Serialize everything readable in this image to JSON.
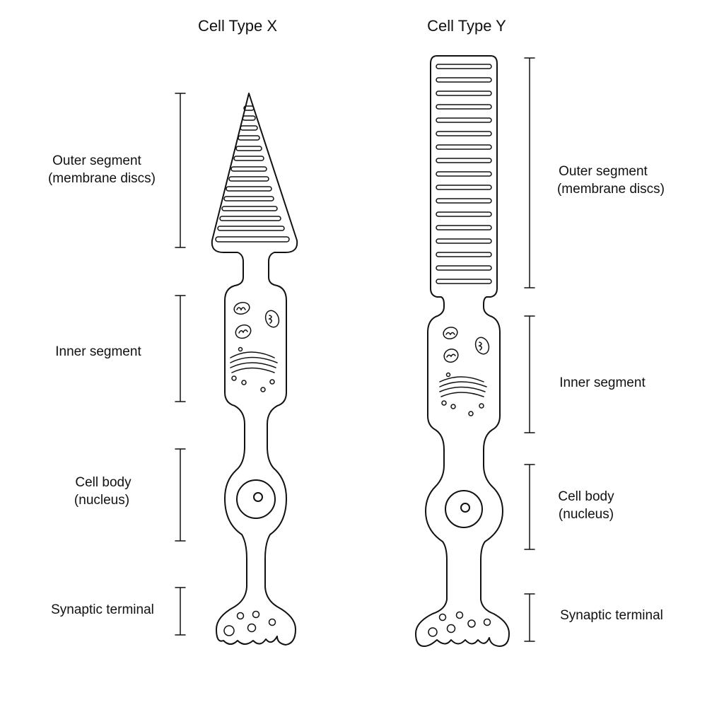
{
  "cells": [
    {
      "id": "x",
      "title": "Cell Type X",
      "labels": {
        "outer_line1": "Outer segment",
        "outer_line2": "(membrane discs)",
        "inner": "Inner segment",
        "body_line1": "Cell body",
        "body_line2": "(nucleus)",
        "synaptic": "Synaptic terminal"
      }
    },
    {
      "id": "y",
      "title": "Cell Type Y",
      "labels": {
        "outer_line1": "Outer segment",
        "outer_line2": "(membrane discs)",
        "inner": "Inner segment",
        "body_line1": "Cell body",
        "body_line2": "(nucleus)",
        "synaptic": "Synaptic terminal"
      }
    }
  ],
  "colors": {
    "line": "#111111",
    "background": "#ffffff"
  }
}
